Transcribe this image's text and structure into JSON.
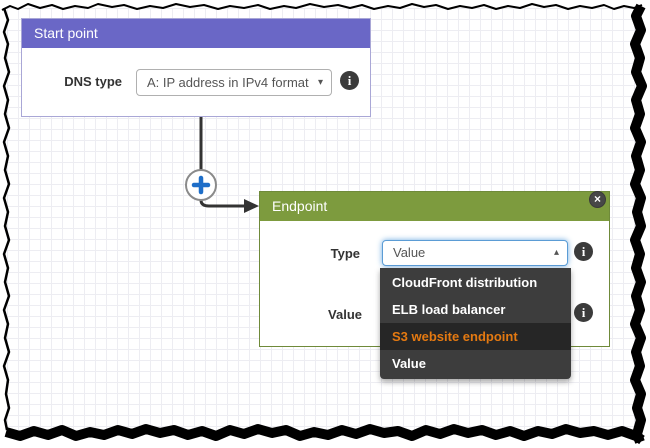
{
  "colors": {
    "purple": "#6a67c6",
    "green": "#7d9b3e",
    "orange": "#e47911",
    "focus_blue": "#5b9cd5",
    "connector": "#333333",
    "plus_blue": "#1e6ec8"
  },
  "start_point": {
    "title": "Start point",
    "field": {
      "label": "DNS type",
      "selected_value": "A: IP address in IPv4 format"
    }
  },
  "connector": {
    "plus_label": "+"
  },
  "endpoint": {
    "title": "Endpoint",
    "type_field": {
      "label": "Type",
      "selected_value": "Value"
    },
    "value_field": {
      "label": "Value"
    },
    "menu": {
      "items": [
        {
          "label": "CloudFront distribution",
          "highlighted": false
        },
        {
          "label": "ELB load balancer",
          "highlighted": false
        },
        {
          "label": "S3 website endpoint",
          "highlighted": true
        },
        {
          "label": "Value",
          "highlighted": false
        }
      ]
    }
  },
  "icons": {
    "info": "i",
    "close": "×",
    "caret_down": "▾",
    "caret_up": "▴"
  }
}
